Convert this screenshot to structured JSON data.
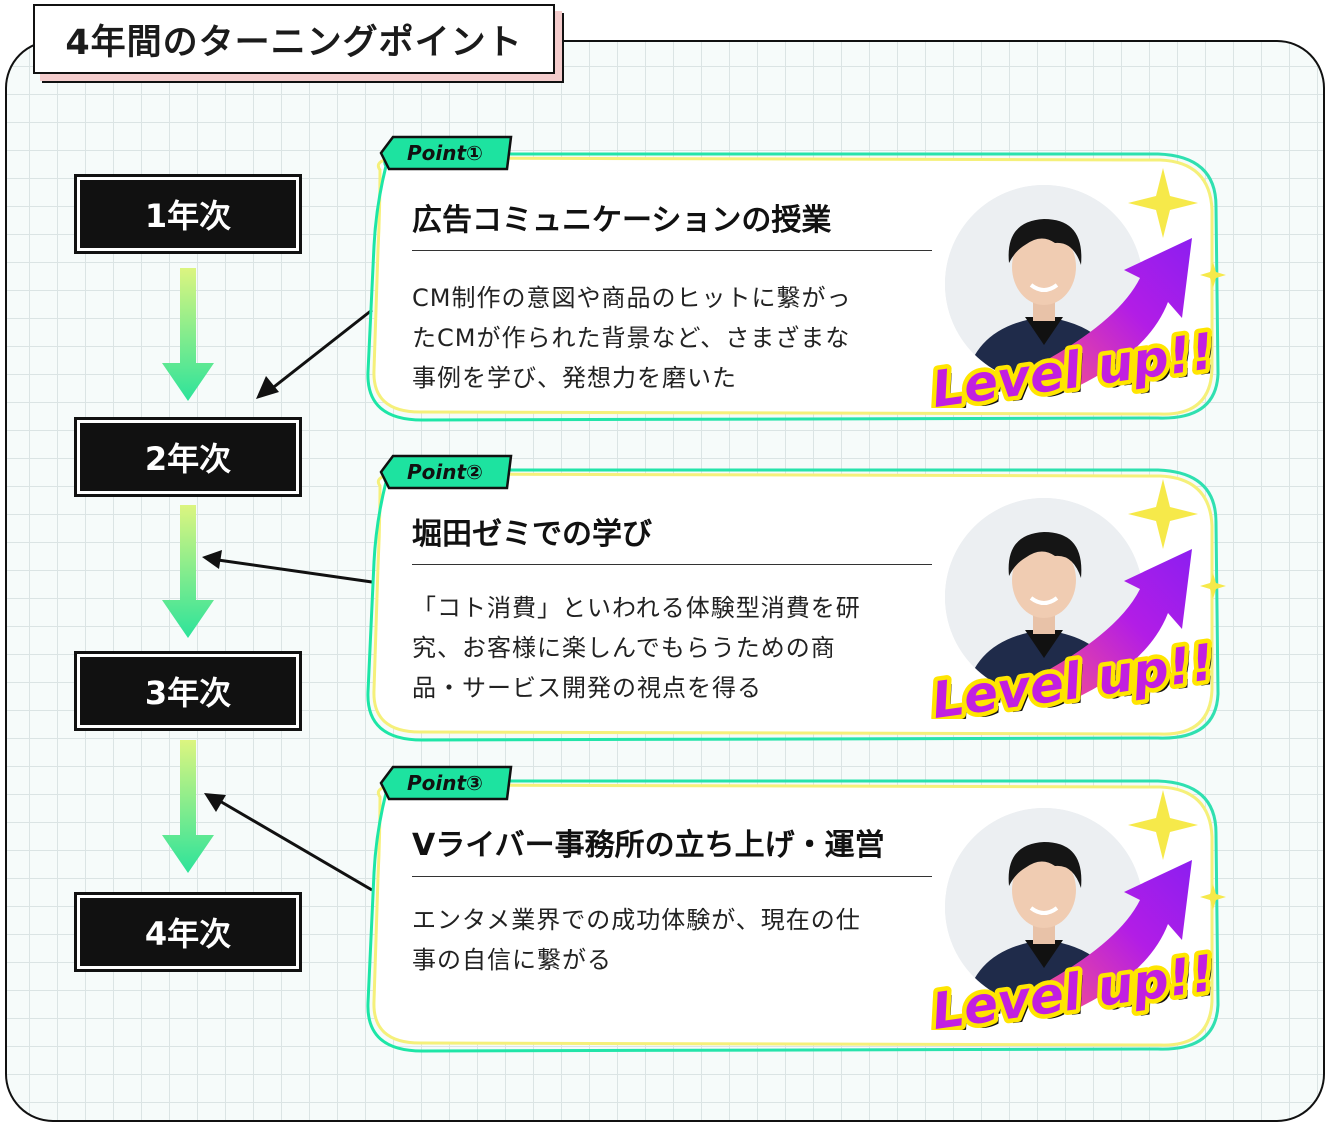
{
  "title": "4年間のターニングポイント",
  "years": [
    "1年次",
    "2年次",
    "3年次",
    "4年次"
  ],
  "points": [
    {
      "badge": "Point①",
      "title": "広告コミュニケーションの授業",
      "desc_lines": [
        "CM制作の意図や商品のヒットに繋がっ",
        "たCMが作られた背景など、さまざまな",
        "事例を学び、発想力を磨いた"
      ],
      "level_label": "Level up!!"
    },
    {
      "badge": "Point②",
      "title": "堀田ゼミでの学び",
      "desc_lines": [
        "「コト消費」といわれる体験型消費を研",
        "究、お客様に楽しんでもらうための商",
        "品・サービス開発の視点を得る"
      ],
      "level_label": "Level up!!"
    },
    {
      "badge": "Point③",
      "title": "Vライバー事務所の立ち上げ・運営",
      "desc_lines": [
        "エンタメ業界での成功体験が、現在の仕",
        "事の自信に繋がる"
      ],
      "level_label": "Level up!!"
    }
  ],
  "colors": {
    "accent_green": "#20e3a0",
    "arrow_green_top": "#dcf580",
    "arrow_green_bottom": "#2de39a",
    "level_purple": "#c21fe0",
    "level_yellow": "#ffe500",
    "sparkle_yellow": "#f6e94a"
  }
}
